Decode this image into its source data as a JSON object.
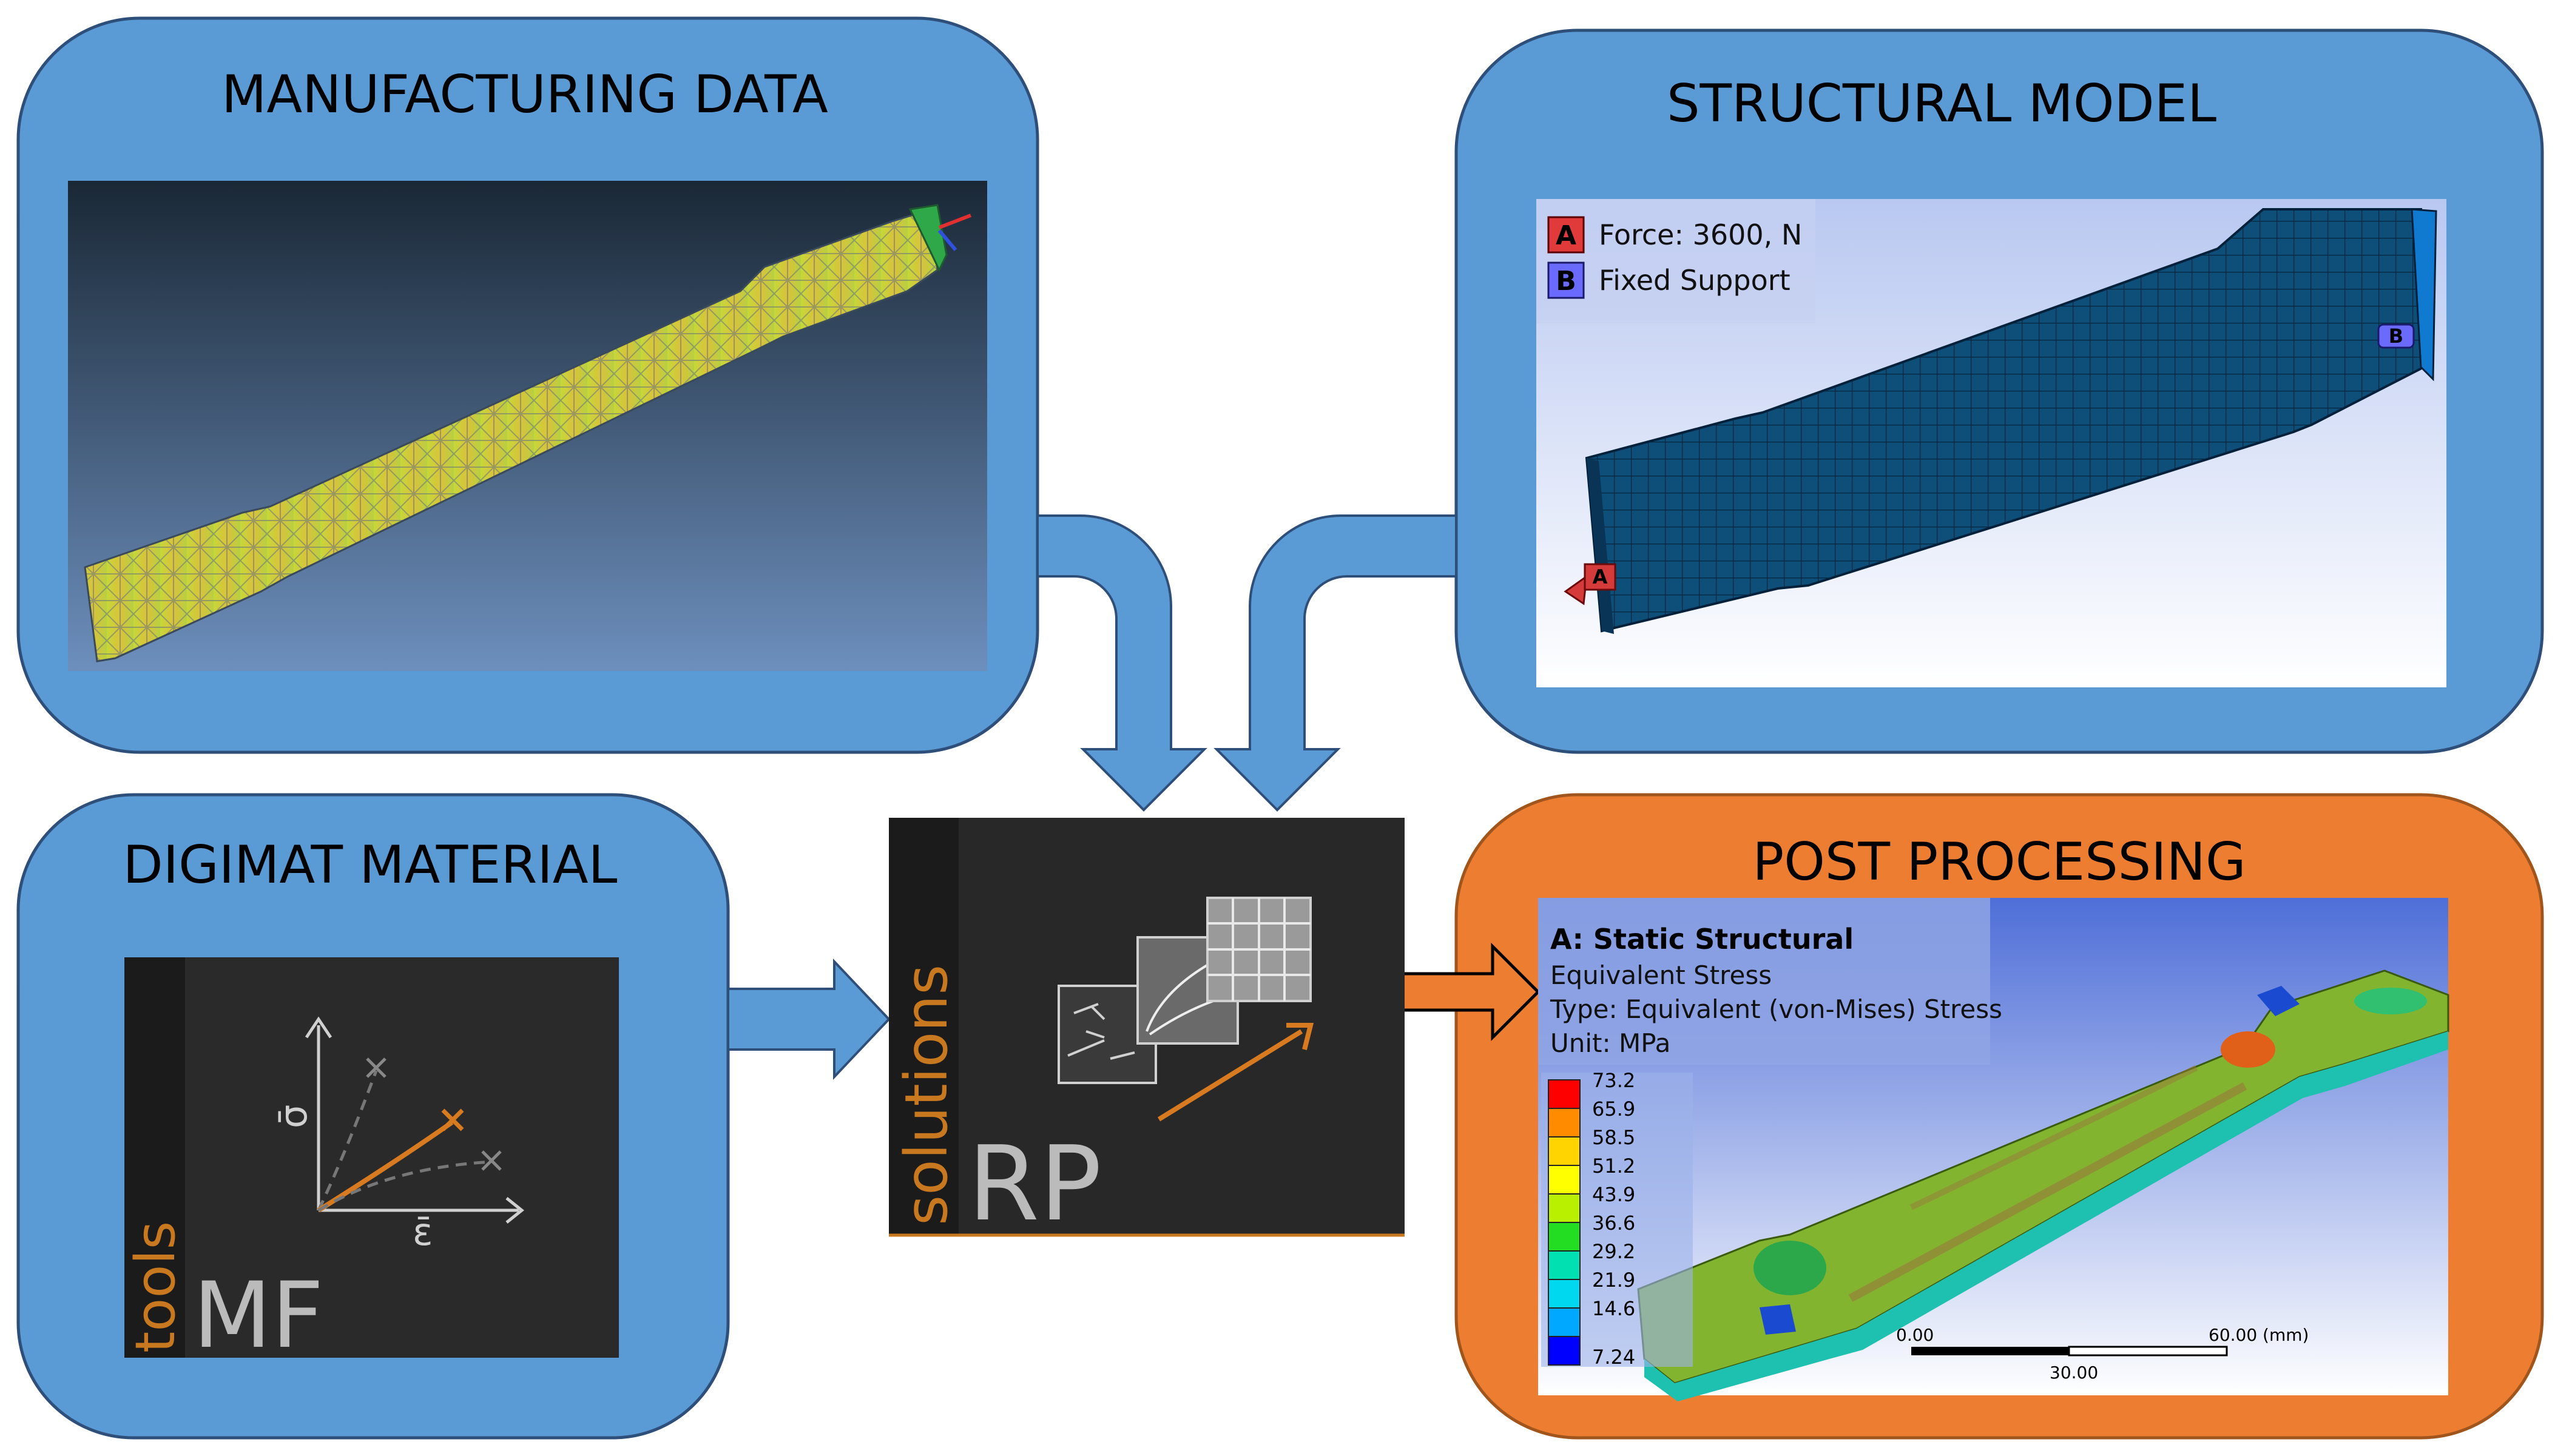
{
  "panels": {
    "manufacturing": {
      "title": "MANUFACTURING DATA",
      "fill": "#5b9bd5"
    },
    "structural": {
      "title": "STRUCTURAL MODEL",
      "fill": "#5b9bd5"
    },
    "digimat": {
      "title": "DIGIMAT MATERIAL",
      "fill": "#5b9bd5"
    },
    "post": {
      "title": "POST PROCESSING",
      "fill": "#ed7d31"
    }
  },
  "structural_model": {
    "load_a_letter": "A",
    "load_a_text": "Force: 3600, N",
    "load_b_letter": "B",
    "load_b_text": "Fixed Support"
  },
  "mf_tile": {
    "side_label": "tools",
    "big_label": "MF",
    "y_axis_label": "σ̄",
    "x_axis_label": "ε̄"
  },
  "rp_tile": {
    "side_label": "solutions",
    "big_label": "RP"
  },
  "post_processing": {
    "title": "A: Static Structural",
    "result": "Equivalent Stress",
    "type": "Type: Equivalent (von-Mises) Stress",
    "unit": "Unit: MPa",
    "legend_values": [
      "73.2",
      "65.9",
      "58.5",
      "51.2",
      "43.9",
      "36.6",
      "29.2",
      "21.9",
      "14.6",
      "7.24"
    ],
    "legend_colors": [
      "#ff0000",
      "#ff8c00",
      "#ffd400",
      "#ffff00",
      "#b8f000",
      "#22dd22",
      "#00e0b0",
      "#00d8f0",
      "#00a8ff",
      "#0000ff"
    ],
    "scale_left": "0.00",
    "scale_mid": "30.00",
    "scale_right": "60.00 (mm)"
  },
  "colors": {
    "accent_orange": "#ed7d31",
    "arrow_blue": "#5b9bd5",
    "tile_dark": "#2a2a2a",
    "orange_text": "#c8781e"
  }
}
